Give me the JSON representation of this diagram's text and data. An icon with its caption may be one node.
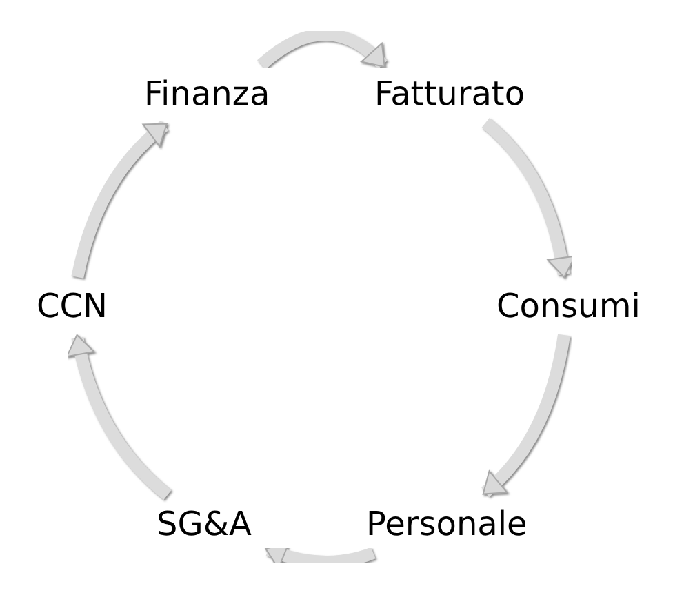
{
  "diagram": {
    "nodes": [
      {
        "text": [
          "Finanza"
        ]
      },
      {
        "text": [
          "Fatturato"
        ]
      },
      {
        "text": [
          "Consumi"
        ]
      },
      {
        "text": [
          "Personale"
        ]
      },
      {
        "text": [
          "SG&A"
        ]
      },
      {
        "text": [
          "CCN"
        ]
      }
    ],
    "edges": [
      {
        "from": 0,
        "to": 1,
        "arrow": "to"
      },
      {
        "from": 1,
        "to": 2,
        "arrow": "to"
      },
      {
        "from": 2,
        "to": 3,
        "arrow": "to"
      },
      {
        "from": 3,
        "to": 4,
        "arrow": "to"
      },
      {
        "from": 4,
        "to": 5,
        "arrow": "to"
      },
      {
        "from": 5,
        "to": 0,
        "arrow": "to"
      }
    ]
  }
}
